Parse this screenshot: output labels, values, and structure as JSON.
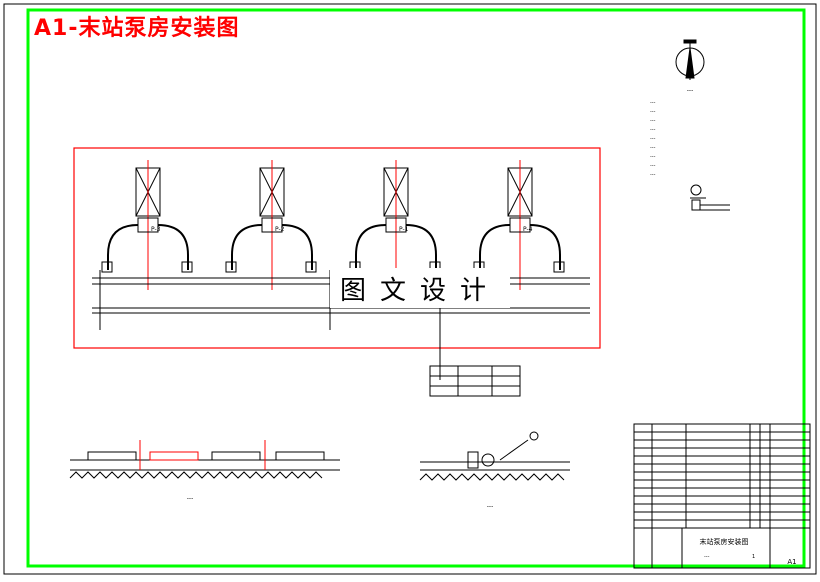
{
  "title": "A1-末站泵房安装图",
  "watermark": "图文设计",
  "colors": {
    "frame": "#00ff00",
    "title": "#ff0000",
    "highlight": "#ff0000",
    "ink": "#000000",
    "accent": "#0000ff"
  },
  "pumps": [
    {
      "label": "P-3"
    },
    {
      "label": "P-2"
    },
    {
      "label": "P-1"
    },
    {
      "label": "P-4"
    }
  ],
  "title_block": {
    "name": "末站泵房安装图",
    "sheet": "A1",
    "scale": "1"
  },
  "placeholder_text": "---"
}
